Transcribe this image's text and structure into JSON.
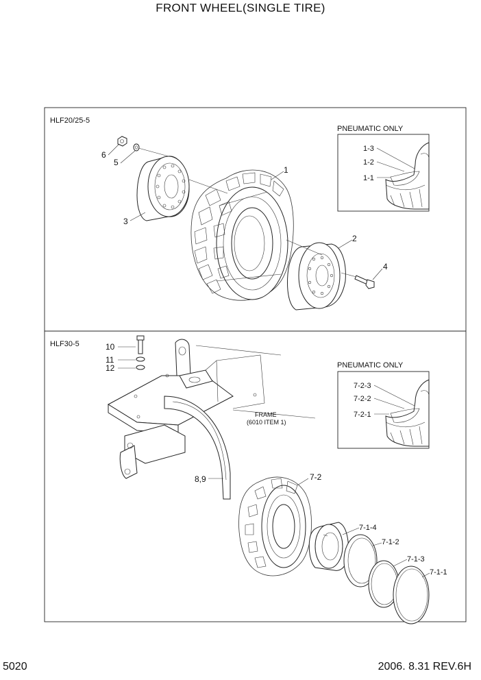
{
  "header": {
    "title": "FRONT WHEEL(SINGLE TIRE)"
  },
  "footer": {
    "page_number": "5020",
    "revision": "2006. 8.31 REV.6H"
  },
  "upper_section": {
    "model": "HLF20/25-5",
    "inset_title": "PNEUMATIC ONLY",
    "inset_callouts": [
      "1-3",
      "1-2",
      "1-1"
    ],
    "callouts": [
      "1",
      "2",
      "3",
      "4",
      "5",
      "6"
    ]
  },
  "lower_section": {
    "model": "HLF30-5",
    "inset_title": "PNEUMATIC ONLY",
    "inset_callouts": [
      "7-2-3",
      "7-2-2",
      "7-2-1"
    ],
    "callouts": [
      "10",
      "11",
      "12",
      "8,9",
      "7-2",
      "7-1-4",
      "7-1-2",
      "7-1-3",
      "7-1-1"
    ],
    "frame_note": [
      "FRAME",
      "(6010 ITEM 1)"
    ]
  }
}
